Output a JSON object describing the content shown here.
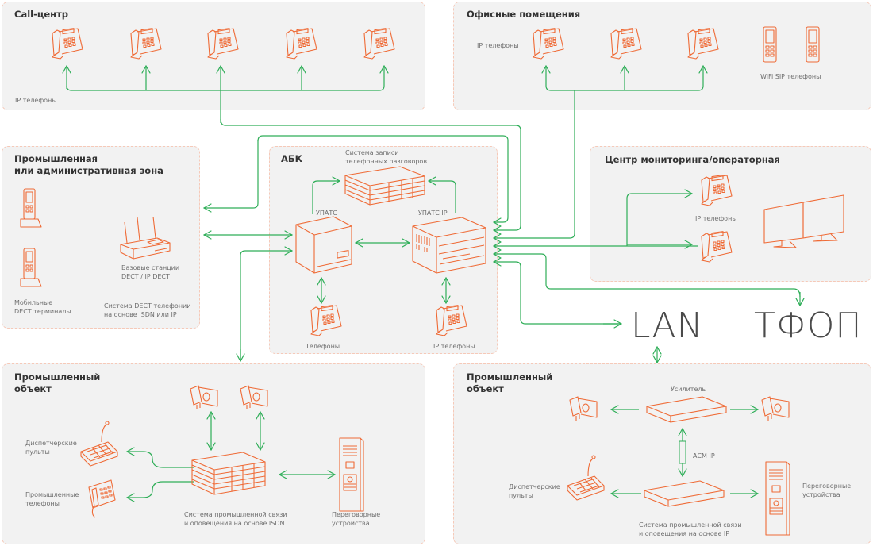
{
  "zones": {
    "call_center": {
      "title": "Call-центр",
      "phones_label": "IP телефоны"
    },
    "offices": {
      "title": "Офисные помещения",
      "phones_label": "IP телефоны",
      "wifi_label": "WiFi SIP телефоны"
    },
    "industrial_admin": {
      "title": "Промышленная\nили административная зона",
      "base_stations_label": "Базовые станции\nDECT / IP DECT",
      "mobile_terminals_label": "Мобильные\nDECT терминалы",
      "system_label": "Система DECT телефонии\nна основе ISDN или IP"
    },
    "abk": {
      "title": "АБК",
      "recording_label": "Система записи\nтелефонных разговоров",
      "upats_label": "УПАТС",
      "upats_ip_label": "УПАТС IP",
      "phones_label": "Телефоны",
      "ip_phones_label": "IP телефоны"
    },
    "monitoring": {
      "title": "Центр мониторинга/операторная",
      "phones_label": "IP телефоны"
    },
    "industrial_isdn": {
      "title": "Промышленный\nобъект",
      "dispatch_label": "Диспетчерские\nпульты",
      "ind_phones_label": "Промышленные\nтелефоны",
      "system_label": "Система промышленной связи\nи оповещения на основе ISDN",
      "intercom_label": "Переговорные\nустройства"
    },
    "industrial_ip": {
      "title": "Промышленный\nобъект",
      "amplifier_label": "Усилитель",
      "acm_label": "АСМ IP",
      "dispatch_label": "Диспетчерские\nпульты",
      "system_label": "Система промышленной связи\nи оповещения на основе IP",
      "intercom_label": "Переговорные\nустройства"
    }
  },
  "networks": {
    "lan": "LAN",
    "pstn": "ТФОП"
  },
  "colors": {
    "device": "#ef6a35",
    "link": "#2fae58",
    "zone_bg": "#f2f2f2",
    "zone_border": "#f6c9b8"
  }
}
